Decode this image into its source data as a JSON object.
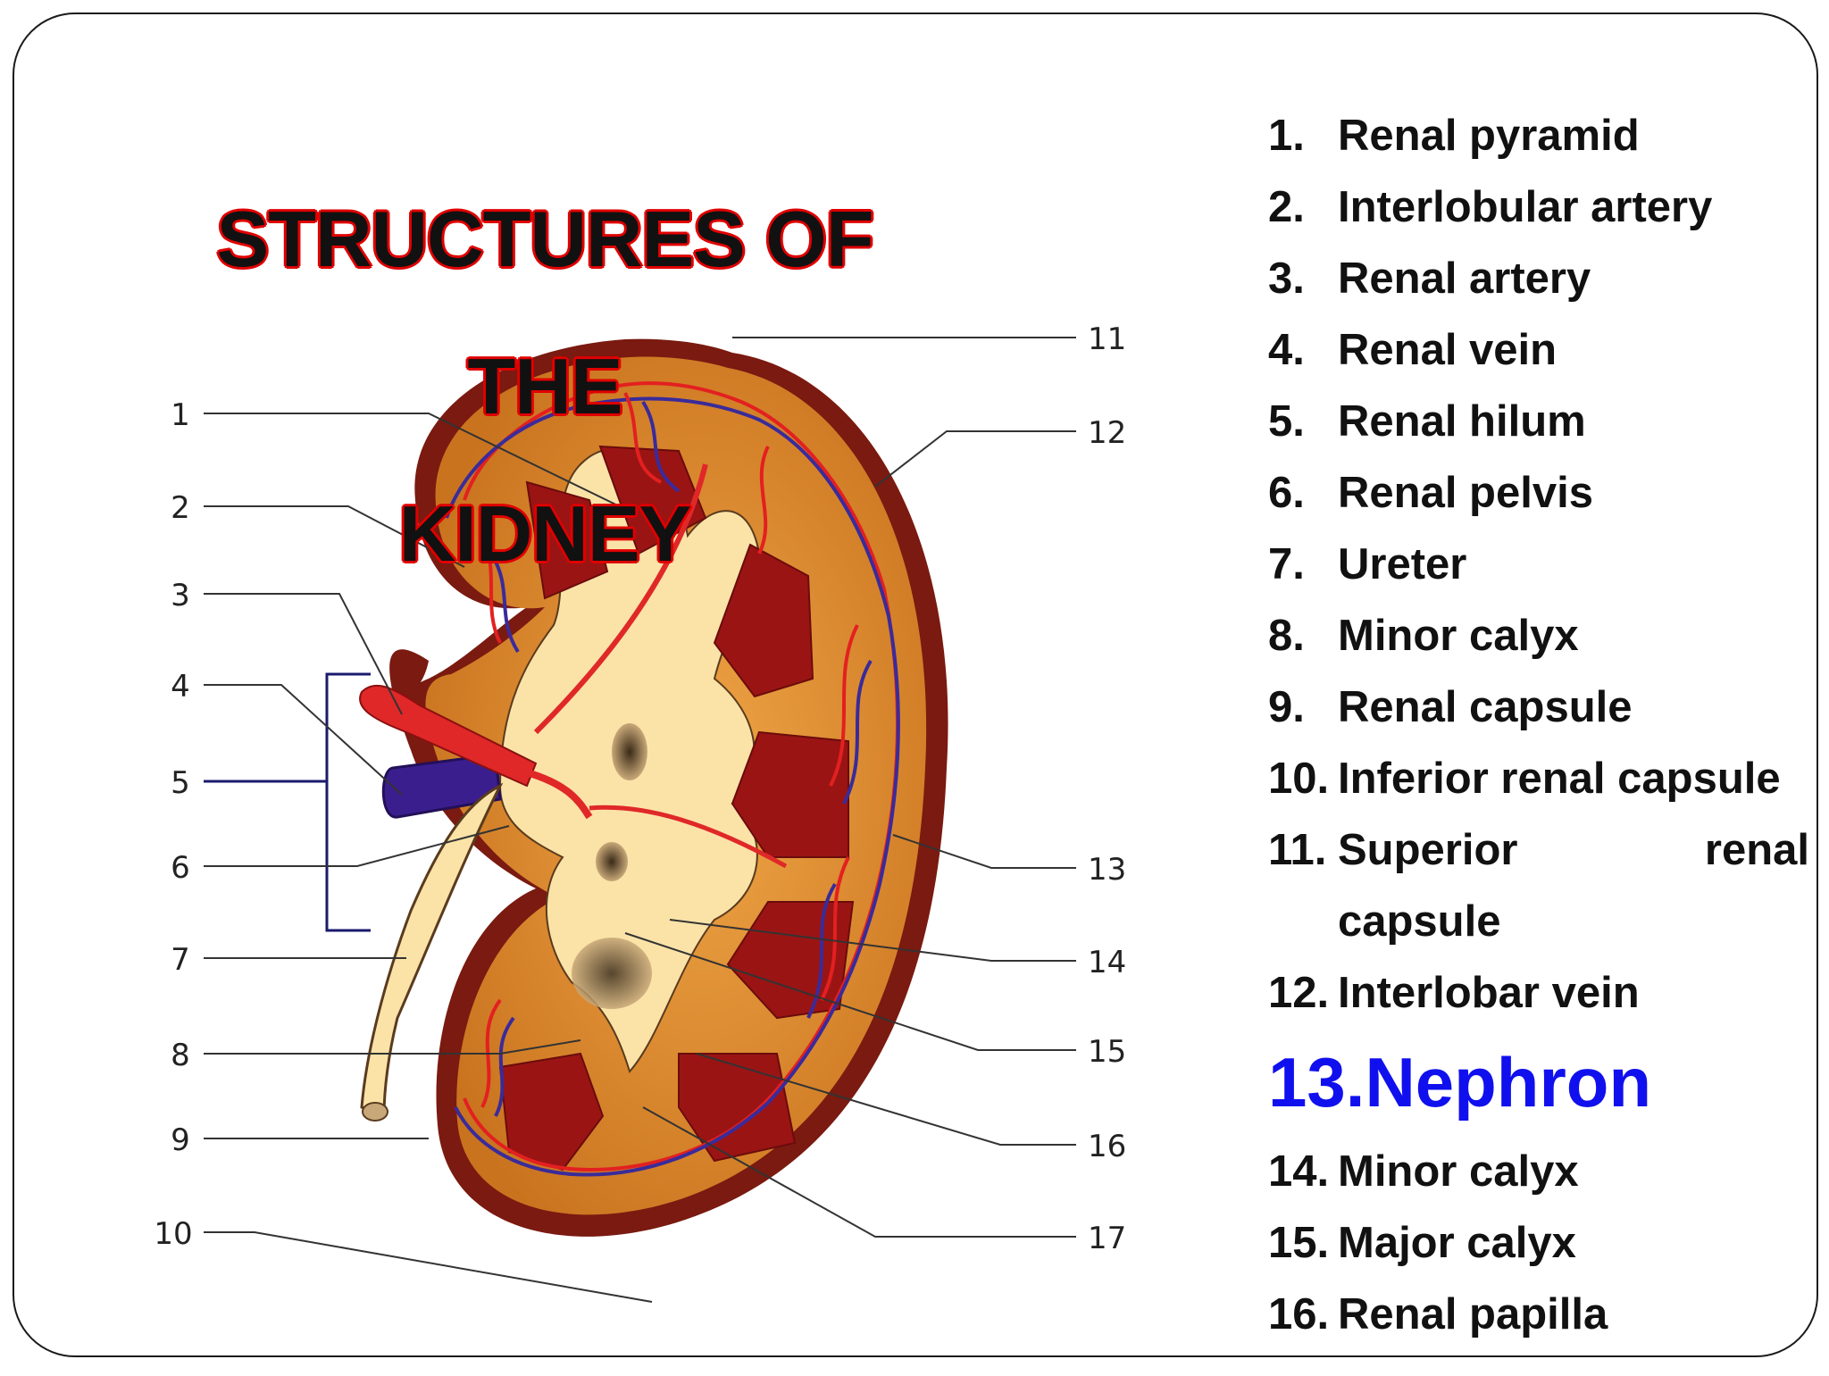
{
  "title_line1": "STRUCTURES OF  THE",
  "title_line2": "KIDNEY",
  "callouts": [
    "1",
    "2",
    "3",
    "4",
    "5",
    "6",
    "7",
    "8",
    "9",
    "10",
    "11",
    "12",
    "13",
    "14",
    "15",
    "16",
    "17"
  ],
  "legend": [
    {
      "num": "1.",
      "label": "Renal pyramid"
    },
    {
      "num": "2.",
      "label": "Interlobular artery"
    },
    {
      "num": "3.",
      "label": "Renal artery"
    },
    {
      "num": "4.",
      "label": "Renal vein"
    },
    {
      "num": "5.",
      "label": "Renal hilum"
    },
    {
      "num": "6.",
      "label": "Renal pelvis"
    },
    {
      "num": "7.",
      "label": "Ureter"
    },
    {
      "num": "8.",
      "label": "Minor calyx"
    },
    {
      "num": "9.",
      "label": "Renal capsule"
    },
    {
      "num": "10.",
      "label": "Inferior renal capsule"
    },
    {
      "num": "11.",
      "label": "Superior                renal capsule"
    },
    {
      "num": "12.",
      "label": "Interlobar vein"
    },
    {
      "num": "13.",
      "label": "Nephron"
    },
    {
      "num": "14.",
      "label": "Minor calyx"
    },
    {
      "num": "15.",
      "label": "Major calyx"
    },
    {
      "num": "16.",
      "label": "Renal papilla"
    }
  ],
  "colors": {
    "title_outline": "#e00000",
    "highlight_text": "#1010ee",
    "cortex": "#d98a2b",
    "capsule": "#7a1a10",
    "pyramid": "#9b1414",
    "artery": "#e32020",
    "vein": "#3a2b9a",
    "pelvis": "#fbe3a8"
  }
}
